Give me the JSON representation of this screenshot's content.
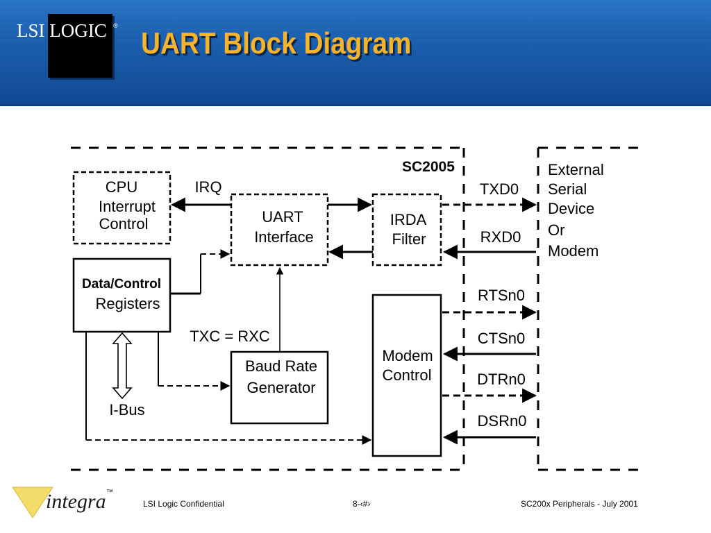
{
  "header": {
    "logo_text": "LSI LOGIC",
    "logo_tm": "®",
    "title": "UART Block Diagram",
    "banner_color": "#1b5fae",
    "title_color": "#f7b32b"
  },
  "diagram": {
    "chip_label": "SC2005",
    "blocks": {
      "cpu": [
        "CPU",
        "Interrupt",
        "Control"
      ],
      "data_control": [
        "Data/Control",
        "Registers"
      ],
      "uart": [
        "UART",
        "Interface"
      ],
      "irda": [
        "IRDA",
        "Filter"
      ],
      "baud": [
        "Baud Rate",
        "Generator"
      ],
      "modem": [
        "Modem",
        "Control"
      ]
    },
    "labels": {
      "irq": "IRQ",
      "txc_rxc": "TXC = RXC",
      "ibus": "I-Bus"
    },
    "signals": [
      "TXD0",
      "RXD0",
      "RTSn0",
      "CTSn0",
      "DTRn0",
      "DSRn0"
    ],
    "external": [
      "External",
      "Serial",
      "Device",
      "Or",
      "Modem"
    ]
  },
  "footer": {
    "brand": "integra",
    "brand_tm": "™",
    "left": "LSI Logic Confidential",
    "center": "8-‹#›",
    "right": "SC200x Peripherals - July 2001"
  }
}
